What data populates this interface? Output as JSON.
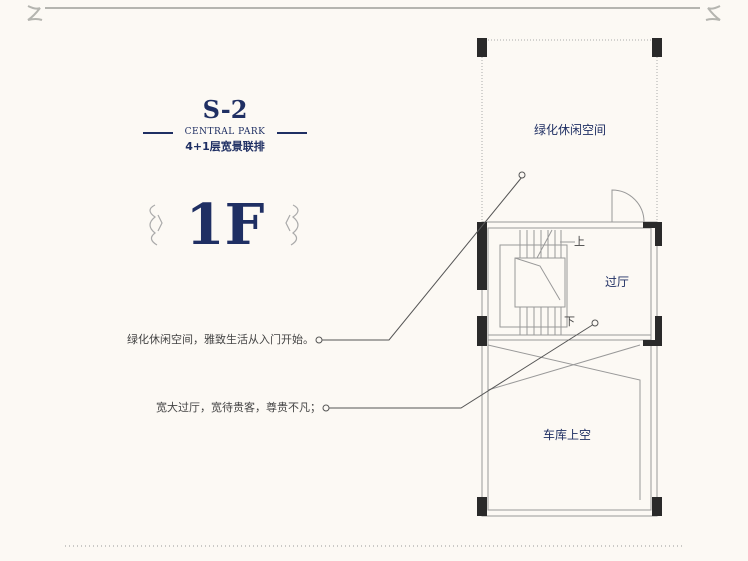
{
  "header": {
    "model": "S-2",
    "project": "CENTRAL PARK",
    "type": "4+1层宽景联排",
    "floor": "1F"
  },
  "notes": [
    "绿化休闲空间，雅致生活从入门开始。",
    "宽大过厅，宽待贵客，尊贵不凡；"
  ],
  "rooms": {
    "garden": "绿化休闲空间",
    "hall": "过厅",
    "garage": "车库上空",
    "up": "上",
    "down": "下"
  },
  "colors": {
    "navy": "#1f2f63",
    "background": "#fcf9f4"
  }
}
